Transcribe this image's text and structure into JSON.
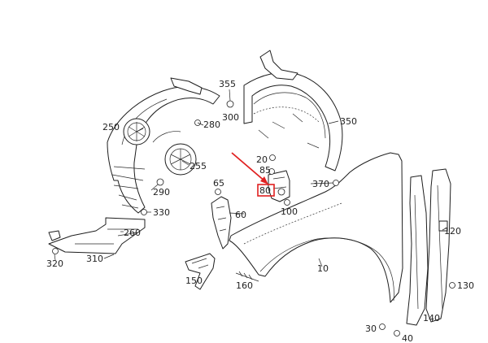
{
  "accent_color": "#e02020",
  "callouts": [
    {
      "id": "p355",
      "text": "355"
    },
    {
      "id": "p250",
      "text": "250"
    },
    {
      "id": "p280",
      "text": "280"
    },
    {
      "id": "p300",
      "text": "300"
    },
    {
      "id": "p350",
      "text": "350"
    },
    {
      "id": "p255",
      "text": "255"
    },
    {
      "id": "p20",
      "text": "20"
    },
    {
      "id": "p85",
      "text": "85"
    },
    {
      "id": "p80",
      "text": "80"
    },
    {
      "id": "p370",
      "text": "370"
    },
    {
      "id": "p65",
      "text": "65"
    },
    {
      "id": "p100",
      "text": "100"
    },
    {
      "id": "p290",
      "text": "290"
    },
    {
      "id": "p330",
      "text": "330"
    },
    {
      "id": "p60",
      "text": "60"
    },
    {
      "id": "p260",
      "text": "260"
    },
    {
      "id": "p120",
      "text": "120"
    },
    {
      "id": "p320",
      "text": "320"
    },
    {
      "id": "p310",
      "text": "310"
    },
    {
      "id": "p10",
      "text": "10"
    },
    {
      "id": "p150",
      "text": "150"
    },
    {
      "id": "p160",
      "text": "160"
    },
    {
      "id": "p130",
      "text": "130"
    },
    {
      "id": "p140",
      "text": "140"
    },
    {
      "id": "p30",
      "text": "30"
    },
    {
      "id": "p40",
      "text": "40"
    }
  ]
}
